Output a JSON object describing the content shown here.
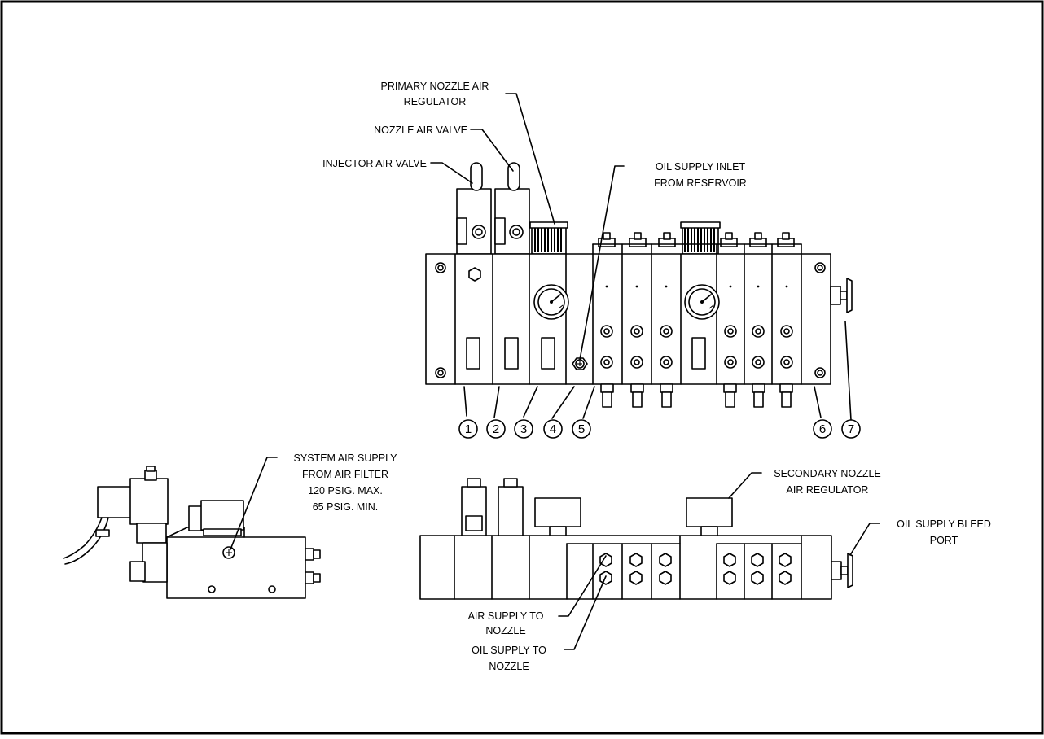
{
  "labels": {
    "primary_regulator": [
      "PRIMARY NOZZLE AIR",
      "REGULATOR"
    ],
    "nozzle_air_valve": "NOZZLE AIR VALVE",
    "injector_air_valve": "INJECTOR AIR VALVE",
    "oil_supply_inlet": [
      "OIL SUPPLY INLET",
      "FROM RESERVOIR"
    ],
    "system_air_supply": [
      "SYSTEM AIR SUPPLY",
      "FROM AIR FILTER",
      "120 PSIG. MAX.",
      "65 PSIG. MIN."
    ],
    "secondary_regulator": [
      "SECONDARY NOZZLE",
      "AIR REGULATOR"
    ],
    "oil_bleed_port": [
      "OIL SUPPLY BLEED",
      "PORT"
    ],
    "air_supply_to_nozzle": [
      "AIR SUPPLY TO",
      "NOZZLE"
    ],
    "oil_supply_to_nozzle": [
      "OIL SUPPLY TO",
      "NOZZLE"
    ]
  },
  "callouts": [
    "1",
    "2",
    "3",
    "4",
    "5",
    "6",
    "7"
  ]
}
